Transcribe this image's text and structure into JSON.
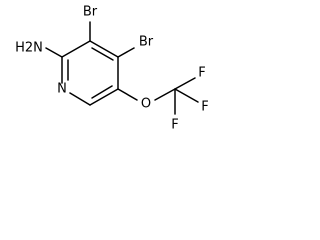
{
  "molecule": {
    "atoms": {
      "amine": "H2N",
      "bromine_3": "Br",
      "bromine_4": "Br",
      "ring_nitrogen": "N",
      "ether_oxygen": "O",
      "fluorine_1": "F",
      "fluorine_2": "F",
      "fluorine_3": "F"
    },
    "colors": {
      "bonds": "#000000",
      "labels": "#000000",
      "background": "#ffffff"
    }
  }
}
